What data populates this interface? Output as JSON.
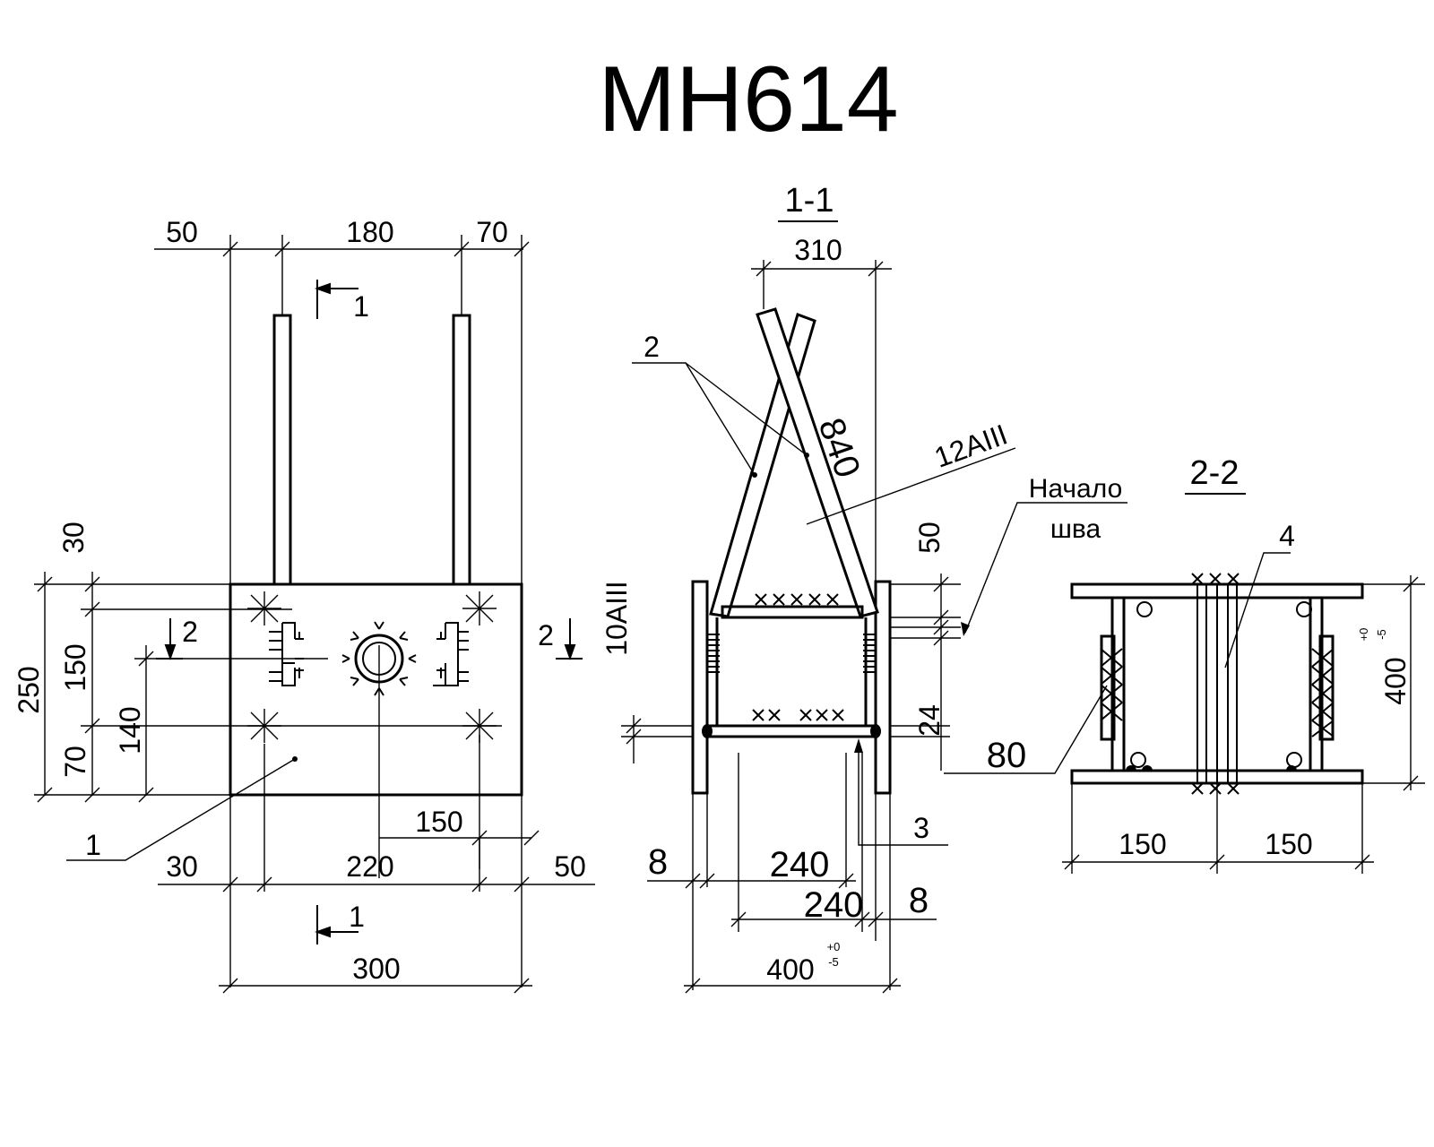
{
  "title": "МН614",
  "plan_view": {
    "dims_top": [
      "50",
      "180",
      "70"
    ],
    "dims_left": [
      "30",
      "250",
      "150",
      "70",
      "140"
    ],
    "dims_bottom": [
      "150",
      "30",
      "220",
      "50",
      "300"
    ],
    "section_mark_1": "1",
    "section_mark_2": "2",
    "part_1": "1"
  },
  "section_1_1": {
    "label": "1-1",
    "dim_310": "310",
    "part_2": "2",
    "dim_840": "840",
    "rebar_12": "12AIII",
    "rebar_10": "10AIII",
    "weld_start_line1": "Начало",
    "weld_start_line2": "шва",
    "dim_50": "50",
    "dim_24": "24",
    "part_3": "3",
    "dim_8_left": "8",
    "dim_240_top": "240",
    "dim_240_bottom": "240",
    "dim_8_right": "8",
    "dim_400": "400",
    "tol_plus": "+0",
    "tol_minus": "-5"
  },
  "section_2_2": {
    "label": "2-2",
    "part_4": "4",
    "dim_80": "80",
    "dim_400": "400",
    "tol_plus": "+0",
    "tol_minus": "-5",
    "dim_150_left": "150",
    "dim_150_right": "150"
  }
}
